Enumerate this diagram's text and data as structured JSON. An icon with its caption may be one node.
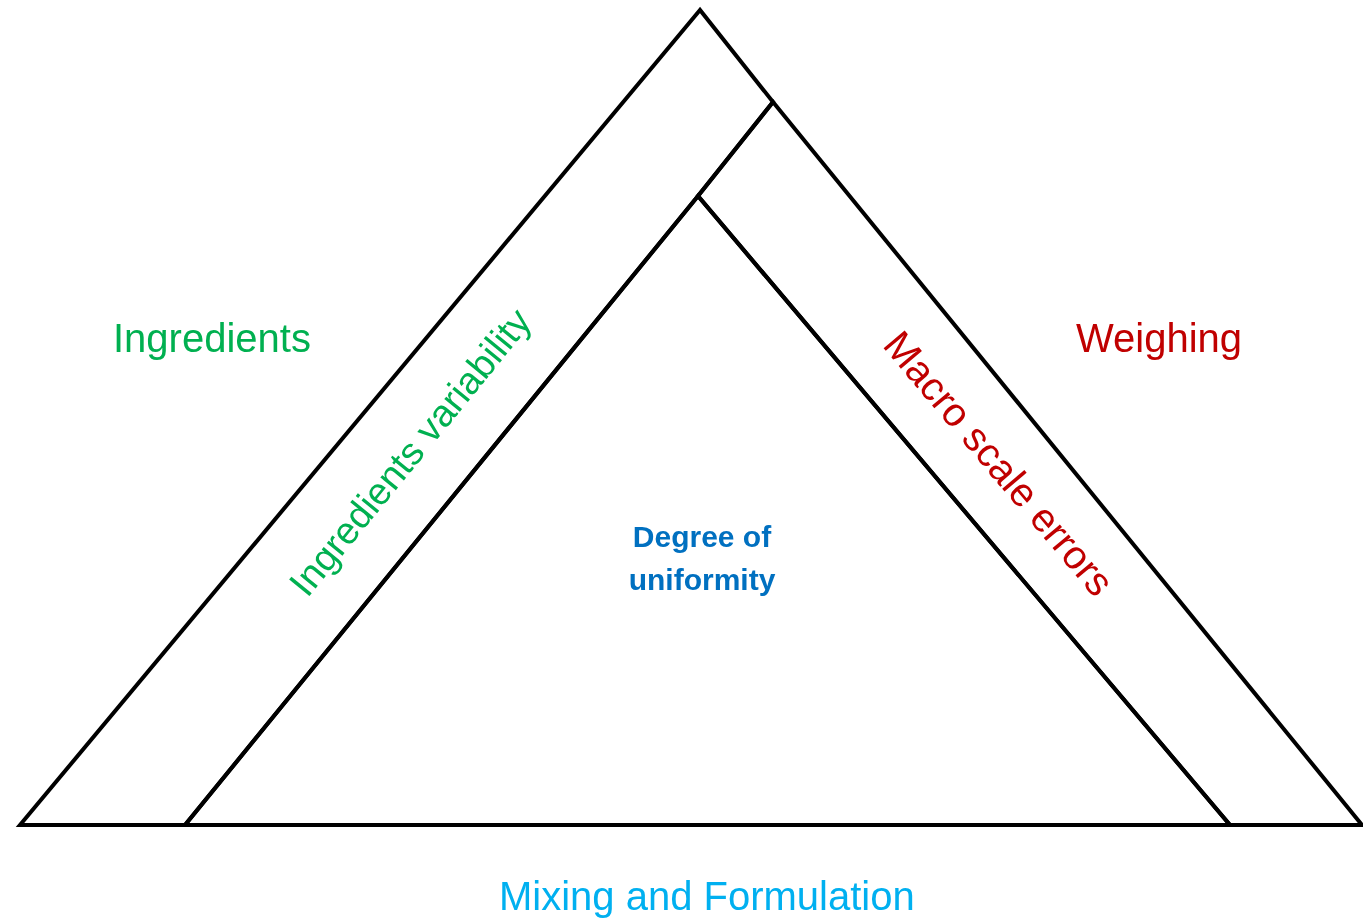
{
  "diagram": {
    "nodes": [
      {
        "text": [
          "Ingredients variability"
        ]
      },
      {
        "text": [
          "Macro scale errors"
        ]
      },
      {
        "text": [
          "Degree of uniformity"
        ]
      }
    ],
    "labels": [
      "Ingredients",
      "Weighing",
      "Mixing and Formulation"
    ]
  }
}
